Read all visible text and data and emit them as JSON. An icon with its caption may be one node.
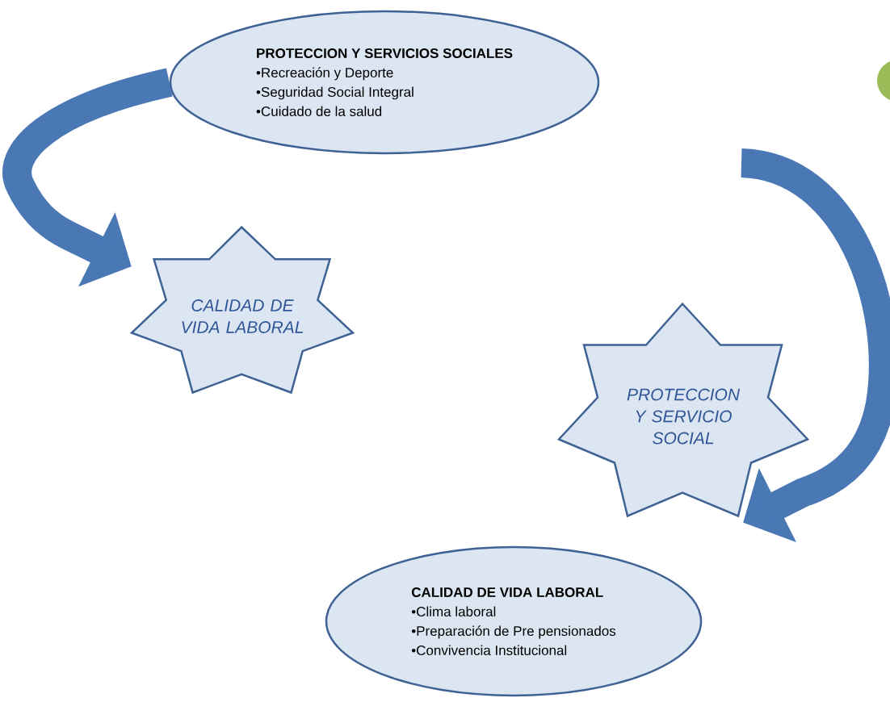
{
  "diagram": {
    "nodes": [
      {
        "text": [
          "PROTECCION Y SERVICIOS SOCIALES",
          "•Recreación y Deporte",
          "•Seguridad Social Integral",
          "•Cuidado de la salud"
        ]
      },
      {
        "text": [
          "CALIDAD DE VIDA LABORAL"
        ]
      },
      {
        "text": [
          "PROTECCION Y SERVICIO SOCIAL"
        ]
      },
      {
        "text": [
          "CALIDAD DE VIDA LABORAL",
          "•Clima laboral",
          "•Preparación de Pre pensionados",
          "•Convivencia Institucional"
        ]
      }
    ],
    "edges": [
      {
        "from": 0,
        "to": 1,
        "arrow": "to"
      },
      {
        "from": null,
        "to": 2,
        "arrow": "to"
      }
    ]
  }
}
